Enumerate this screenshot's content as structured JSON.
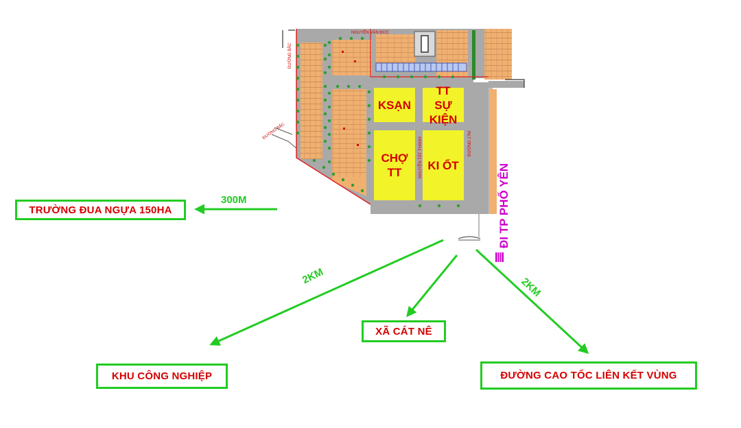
{
  "map": {
    "zones": {
      "hotel": "KSẠN",
      "event_center": "TT\nSỰ KIỆN",
      "market": "CHỢ\nTT",
      "kiosk": "KI ỐT"
    },
    "road_labels": {
      "top": "NGUYỄN VĂN ĐỨC",
      "left_road": "ĐƯỜNG BẮC",
      "side_road": "ĐƯỜNG BẮC",
      "center": "NGUYỄN TẤT THÀNH",
      "right": "ĐƯỜNG 17M"
    },
    "direction_label": "ĐI TP PHỔ YÊN",
    "destinations": {
      "race_track": "TRƯỜNG ĐUA NGỰA 150HA",
      "race_track_distance": "300M",
      "industrial_park": "KHU CÔNG NGHIỆP",
      "industrial_distance": "2KM",
      "commune": "XÃ CÁT NÊ",
      "expressway": "ĐƯỜNG CAO TỐC LIÊN KẾT VÙNG",
      "expressway_distance": "2KM"
    },
    "colors": {
      "arrow_green": "#22cc22",
      "label_red": "#d40000",
      "zone_yellow": "#f3f32a",
      "road_gray": "#a9a9a9",
      "lot_orange": "#f0b070",
      "direction_magenta": "#cc00cc"
    }
  }
}
